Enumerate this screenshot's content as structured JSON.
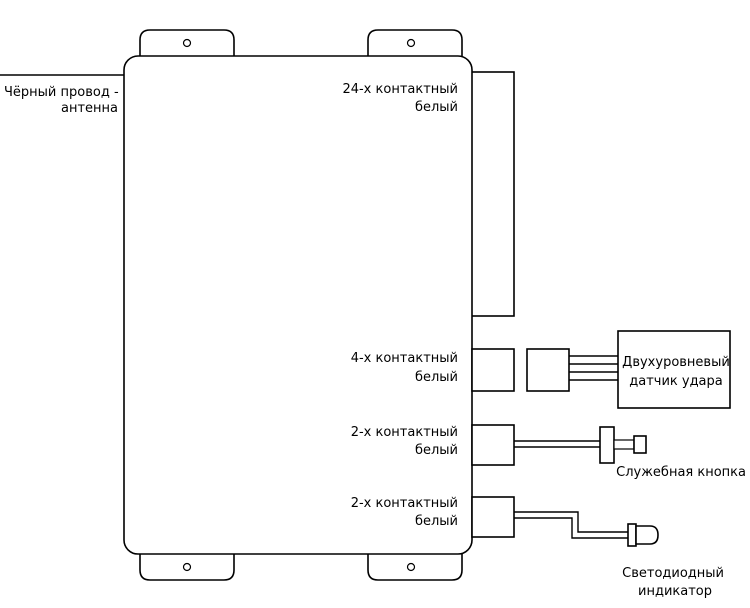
{
  "labels": {
    "antenna_line1": "Чёрный провод -",
    "antenna_line2": "антенна",
    "c24_line1": "24-х контактный",
    "c24_line2": "белый",
    "c4_line1": "4-х контактный",
    "c4_line2": "белый",
    "c2a_line1": "2-х контактный",
    "c2a_line2": "белый",
    "c2b_line1": "2-х контактный",
    "c2b_line2": "белый",
    "sensor_line1": "Двухуровневый",
    "sensor_line2": "датчик удара",
    "button": "Служебная кнопка",
    "led_line1": "Светодиодный",
    "led_line2": "индикатор"
  }
}
